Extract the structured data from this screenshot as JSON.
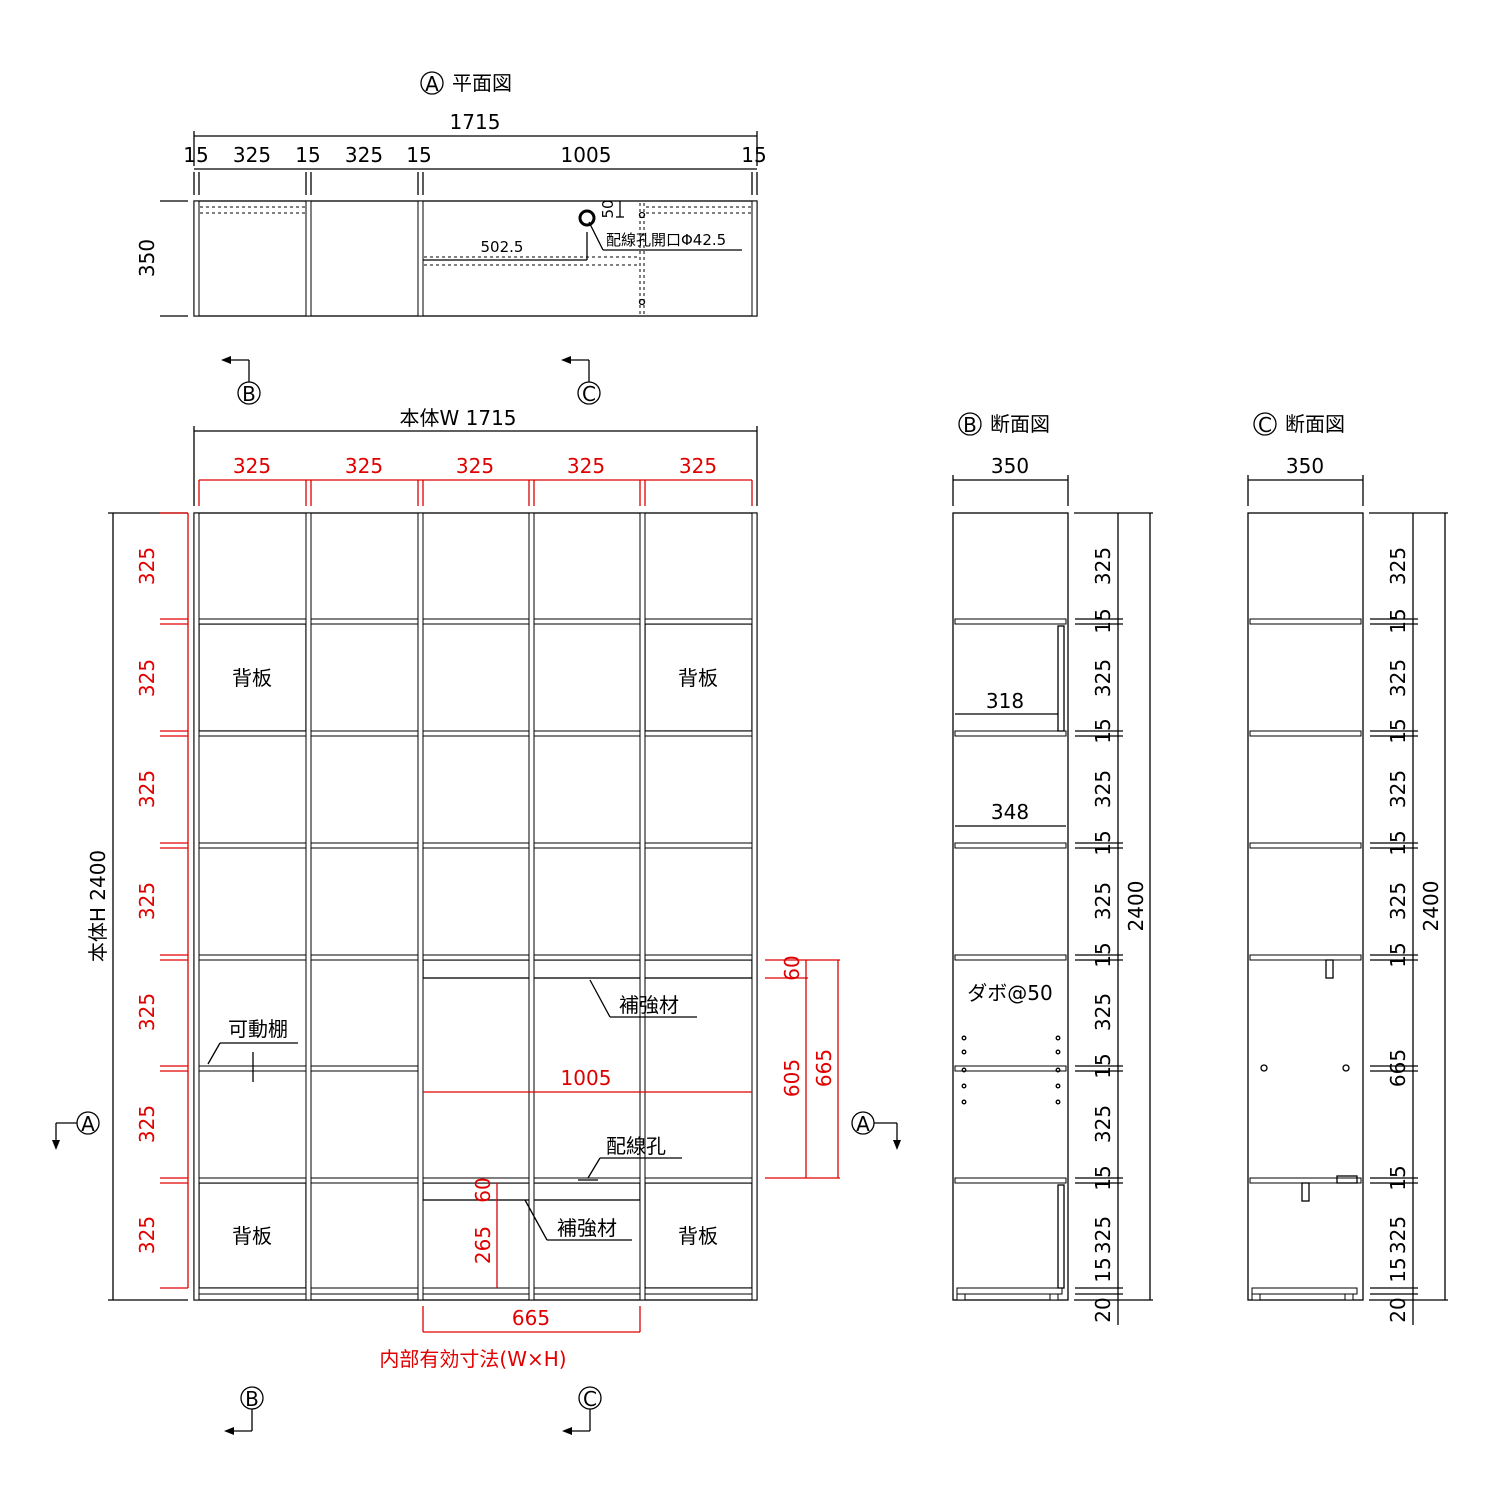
{
  "plan": {
    "marker": "A",
    "title": "平面図",
    "overall": "1715",
    "segments": [
      "15",
      "325",
      "15",
      "325",
      "15",
      "1005",
      "15"
    ],
    "depth": "350",
    "offset": "502.5",
    "hole_offset": "50",
    "hole_label": "配線孔開口Φ42.5"
  },
  "markers": {
    "b": "B",
    "c": "C",
    "a": "A"
  },
  "front": {
    "width_label": "本体W 1715",
    "height_label": "本体H 2400",
    "col_widths": [
      "325",
      "325",
      "325",
      "325",
      "325"
    ],
    "row_heights": [
      "325",
      "325",
      "325",
      "325",
      "325",
      "325",
      "325"
    ],
    "back_panel": "背板",
    "movable_shelf": "可動棚",
    "reinforcement": "補強材",
    "wiring_hole": "配線孔",
    "inner_width_large": "1005",
    "inner_width_small": "665",
    "dim_60_upper": "60",
    "dim_605": "605",
    "dim_665": "665",
    "dim_60_lower": "60",
    "dim_265": "265",
    "caption": "内部有効寸法(W×H)"
  },
  "section_b": {
    "marker": "B",
    "title": "断面図",
    "depth": "350",
    "inner_318": "318",
    "inner_348": "348",
    "dowel": "ダボ@50",
    "total": "2400",
    "dims": [
      "325",
      "15",
      "325",
      "15",
      "325",
      "15",
      "325",
      "15",
      "325",
      "15",
      "325",
      "15",
      "325",
      "15",
      "20"
    ]
  },
  "section_c": {
    "marker": "C",
    "title": "断面図",
    "depth": "350",
    "total": "2400",
    "dims": [
      "325",
      "15",
      "325",
      "15",
      "325",
      "15",
      "325",
      "15",
      "665",
      "15",
      "325",
      "15",
      "20"
    ]
  },
  "colors": {
    "dimension_red": "#e00000",
    "line": "#000000"
  }
}
